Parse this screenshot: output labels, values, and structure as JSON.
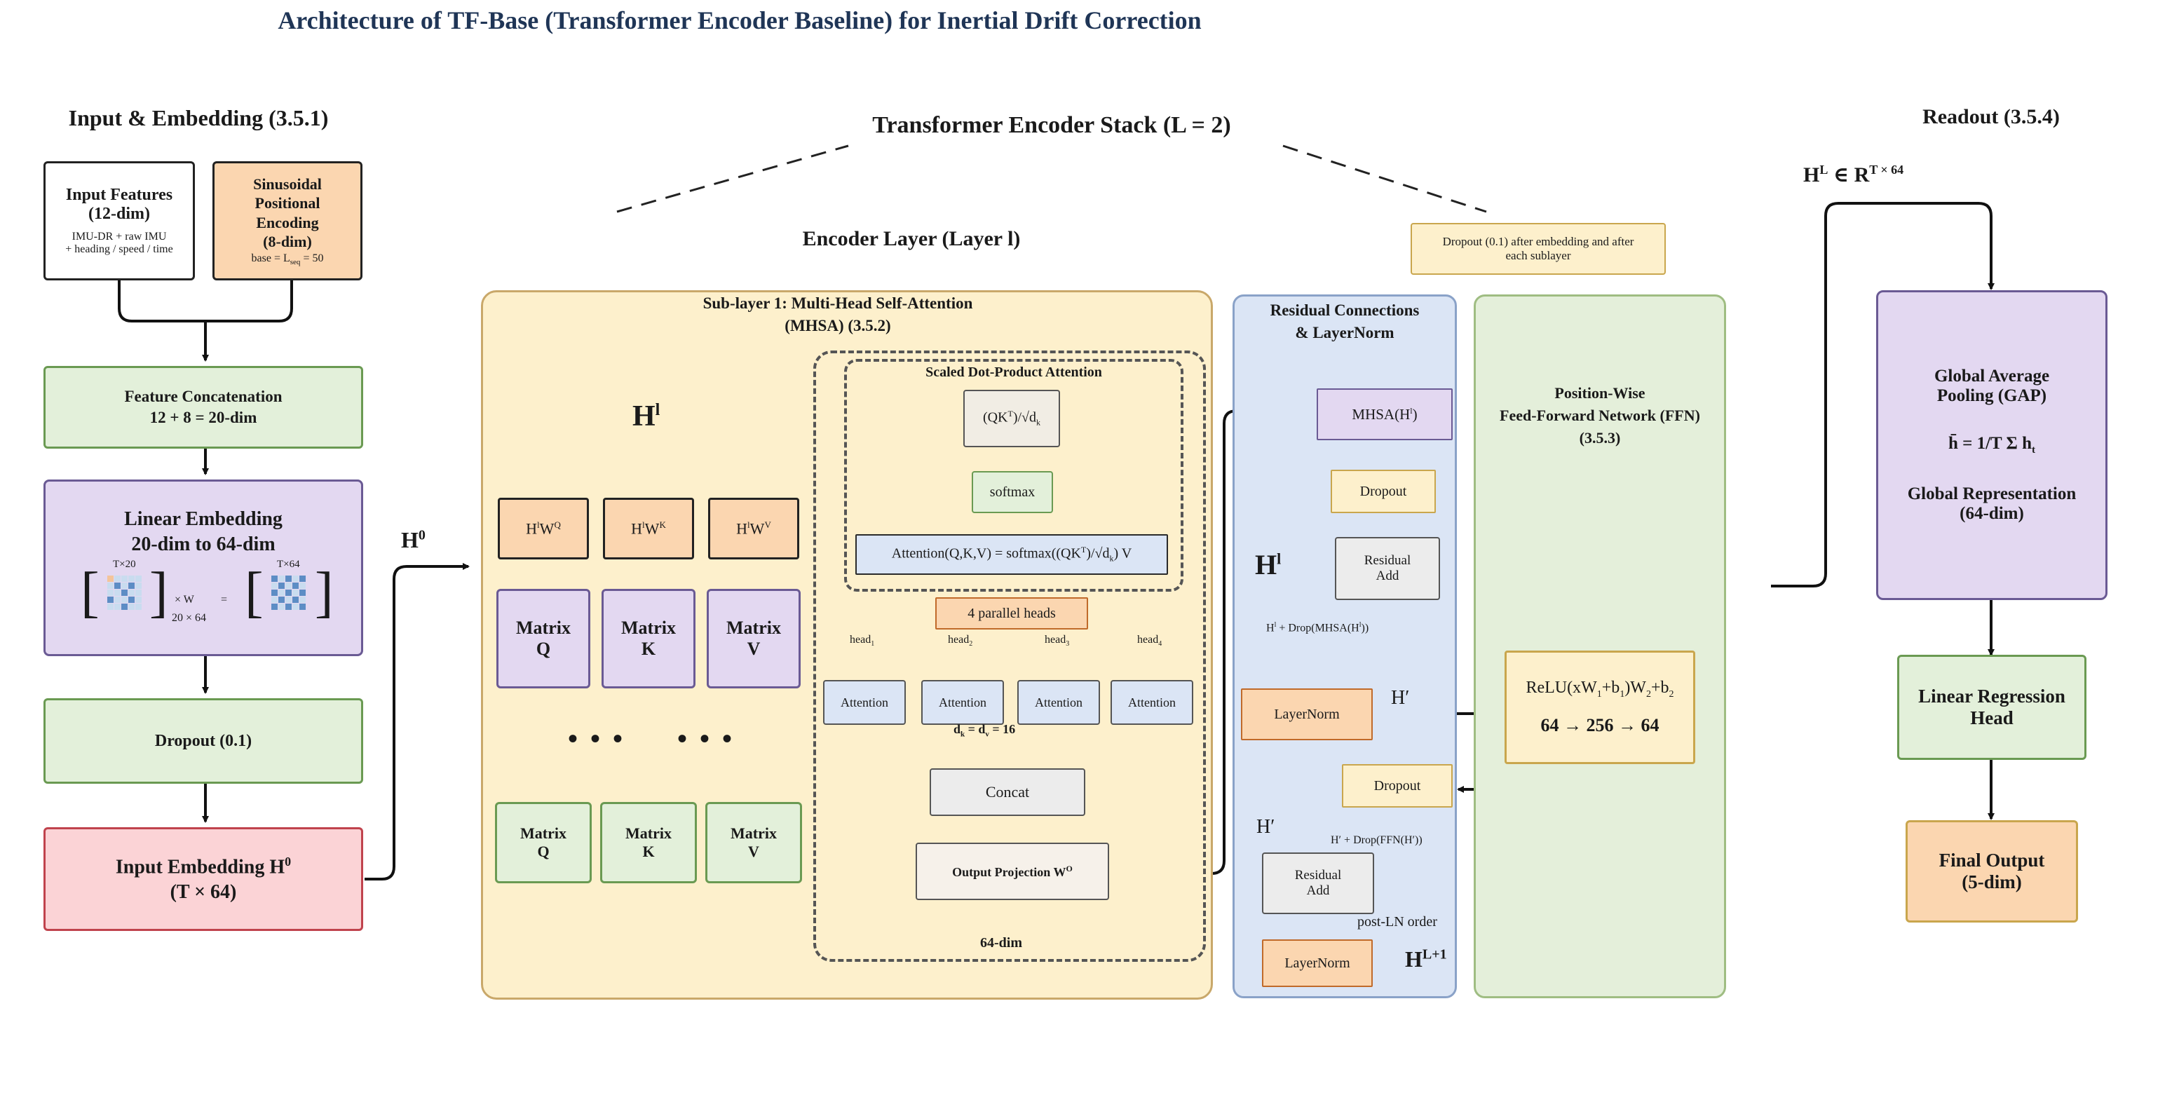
{
  "title": "Architecture of TF-Base (Transformer Encoder Baseline) for Inertial Drift Correction",
  "input_panel": {
    "title": "Input & Embedding (3.5.1)",
    "input_features": {
      "title": "Input Features",
      "dim": "(12-dim)",
      "desc1": "IMU-DR + raw IMU",
      "desc2": "+ heading / speed / time"
    },
    "pos_encoding": {
      "l1": "Sinusoidal",
      "l2": "Positional",
      "l3": "Encoding",
      "l4": "(8-dim)",
      "base": "base = L",
      "base_sub": "seq",
      "base_val": " = 50"
    },
    "concat": {
      "l1": "Feature Concatenation",
      "l2": "12 + 8 = 20-dim"
    },
    "linear_embedding": {
      "l1": "Linear Embedding",
      "l2": "20-dim to 64-dim",
      "m1": "T×20",
      "m2": "T×64",
      "times_w": "× W",
      "eq": "=",
      "w_dim": "20 × 64"
    },
    "dropout": "Dropout (0.1)",
    "input_embedding": {
      "l1": "Input Embedding H",
      "sup": "0",
      "l2": "(T × 64)"
    }
  },
  "h0": {
    "base": "H",
    "sup": "0"
  },
  "encoder_stack": {
    "title": "Transformer Encoder Stack (L = 2)",
    "layer_title": "Encoder Layer (Layer l)",
    "dropout_note": {
      "l1": "Dropout (0.1) after embedding and after",
      "l2": "each sublayer"
    }
  },
  "mhsa": {
    "title1": "Sub-layer 1: Multi-Head Self-Attention",
    "title2": "(MHSA) (3.5.2)",
    "hl": {
      "base": "H",
      "sup": "l"
    },
    "proj": [
      {
        "base": "H",
        "sup1": "l",
        "mid": "W",
        "sup2": "Q"
      },
      {
        "base": "H",
        "sup1": "l",
        "mid": "W",
        "sup2": "K"
      },
      {
        "base": "H",
        "sup1": "l",
        "mid": "W",
        "sup2": "V"
      }
    ],
    "matrices_top": [
      {
        "l1": "Matrix",
        "l2": "Q"
      },
      {
        "l1": "Matrix",
        "l2": "K"
      },
      {
        "l1": "Matrix",
        "l2": "V"
      }
    ],
    "matrices_bottom": [
      {
        "l1": "Matrix",
        "l2": "Q"
      },
      {
        "l1": "Matrix",
        "l2": "K"
      },
      {
        "l1": "Matrix",
        "l2": "V"
      }
    ],
    "ellipsis": "• • •"
  },
  "sdpa": {
    "title": "Scaled Dot-Product Attention",
    "qkt": "(QK",
    "qkt_sup": "T",
    "qkt_rest": ")/√d",
    "qkt_sub": "k",
    "softmax": "softmax",
    "attention_formula": "Attention(Q,K,V) = softmax((QK",
    "attention_sup": "T",
    "attention_mid": ")/√d",
    "attention_sub": "k",
    "attention_end": ") V",
    "parallel_heads": "4 parallel heads",
    "heads": [
      {
        "label": "head",
        "sub": "1",
        "box": "Attention"
      },
      {
        "label": "head",
        "sub": "2",
        "box": "Attention"
      },
      {
        "label": "head",
        "sub": "3",
        "box": "Attention"
      },
      {
        "label": "head",
        "sub": "4",
        "box": "Attention"
      }
    ],
    "dk": "d",
    "dk_sub": "k",
    "dv": " = d",
    "dv_sub": "v",
    "dv_val": " = 16",
    "concat": "Concat",
    "output_proj": "Output Projection W",
    "output_proj_sup": "O",
    "out_dim": "64-dim"
  },
  "residual": {
    "title1": "Residual Connections",
    "title2": "& LayerNorm",
    "mhsa_box": "MHSA(H",
    "mhsa_sup": "l",
    "mhsa_end": ")",
    "dropout1": "Dropout",
    "hl": {
      "base": "H",
      "sup": "l"
    },
    "res_add1": {
      "l1": "Residual",
      "l2": "Add"
    },
    "formula1": "H",
    "formula1_sup": "l",
    "formula1_rest": " + Drop(MHSA(H",
    "formula1_sup2": "l",
    "formula1_end": "))",
    "layernorm1": "LayerNorm",
    "hprime1": "H′",
    "dropout2": "Dropout",
    "hprime2": "H′",
    "formula2": "H′ + Drop(FFN(H′))",
    "res_add2": {
      "l1": "Residual",
      "l2": "Add"
    },
    "post_ln": "post-LN order",
    "layernorm2": "LayerNorm",
    "hl1": {
      "base": "H",
      "sup": "L+1"
    }
  },
  "ffn": {
    "title1": "Position-Wise",
    "title2": "Feed-Forward Network (FFN)",
    "title3": "(3.5.3)",
    "formula_a": "ReLU(xW",
    "formula_s1": "1",
    "formula_b": "+b",
    "formula_s2": "1",
    "formula_c": ")W",
    "formula_s3": "2",
    "formula_d": "+b",
    "formula_s4": "2",
    "dims": "64 → 256 → 64"
  },
  "readout": {
    "title": "Readout (3.5.4)",
    "hl_label": "H",
    "hl_sup": "L",
    "hl_mid": " ∈ R",
    "hl_sup2": "T × 64",
    "gap": {
      "l1": "Global Average",
      "l2": "Pooling (GAP)",
      "formula": "h̄ = 1/T Σ h",
      "formula_sub": "t",
      "l3": "Global Representation",
      "l4": "(64-dim)"
    },
    "linear_head": {
      "l1": "Linear Regression",
      "l2": "Head"
    },
    "final": {
      "l1": "Final Output",
      "l2": "(5-dim)"
    }
  },
  "colors": {
    "title": "#1f3556",
    "panel_gray": "#f3f5f9",
    "stack_blue": "#dae6f5",
    "layer_green": "#e4efda",
    "mhsa_yellow": "#fdf0cc",
    "orange": "#fbd6b0",
    "purple": "#e3d8f1",
    "green_box": "#e3f0da",
    "pink": "#fbd3d6",
    "blue_box": "#dbe5f5"
  }
}
